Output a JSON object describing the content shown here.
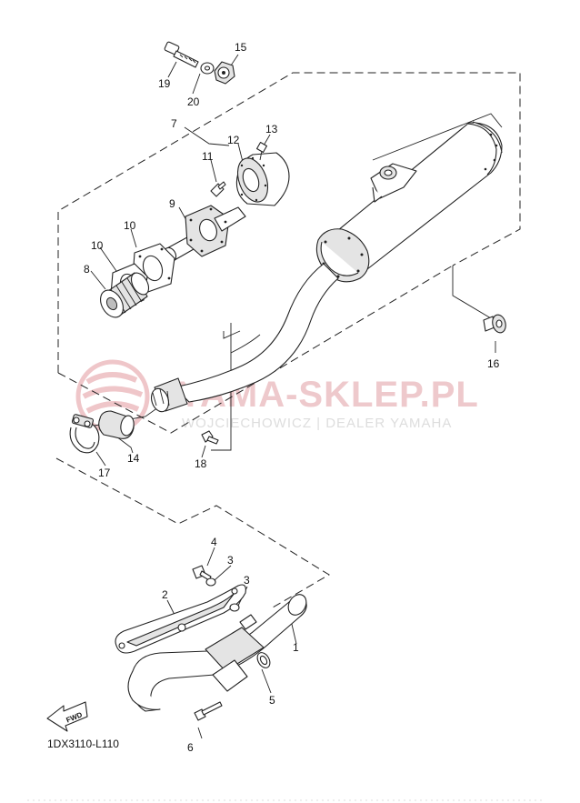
{
  "diagram_code": "1DX3110-L110",
  "watermark": {
    "brand": "YAMA-SKLEP.PL",
    "tagline": "WOJCIECHOWICZ | DEALER YAMAHA"
  },
  "fwd_label": "FWD",
  "callouts": {
    "c1": "1",
    "c2": "2",
    "c3a": "3",
    "c3b": "3",
    "c4": "4",
    "c5": "5",
    "c6": "6",
    "c7": "7",
    "c8": "8",
    "c9": "9",
    "c10a": "10",
    "c10b": "10",
    "c11": "11",
    "c12": "12",
    "c13": "13",
    "c14": "14",
    "c15": "15",
    "c16": "16",
    "c17": "17",
    "c18": "18",
    "c19": "19",
    "c20": "20"
  },
  "colors": {
    "line": "#222222",
    "watermark_red": "#e7b3b7",
    "watermark_grey": "#dddddd"
  }
}
